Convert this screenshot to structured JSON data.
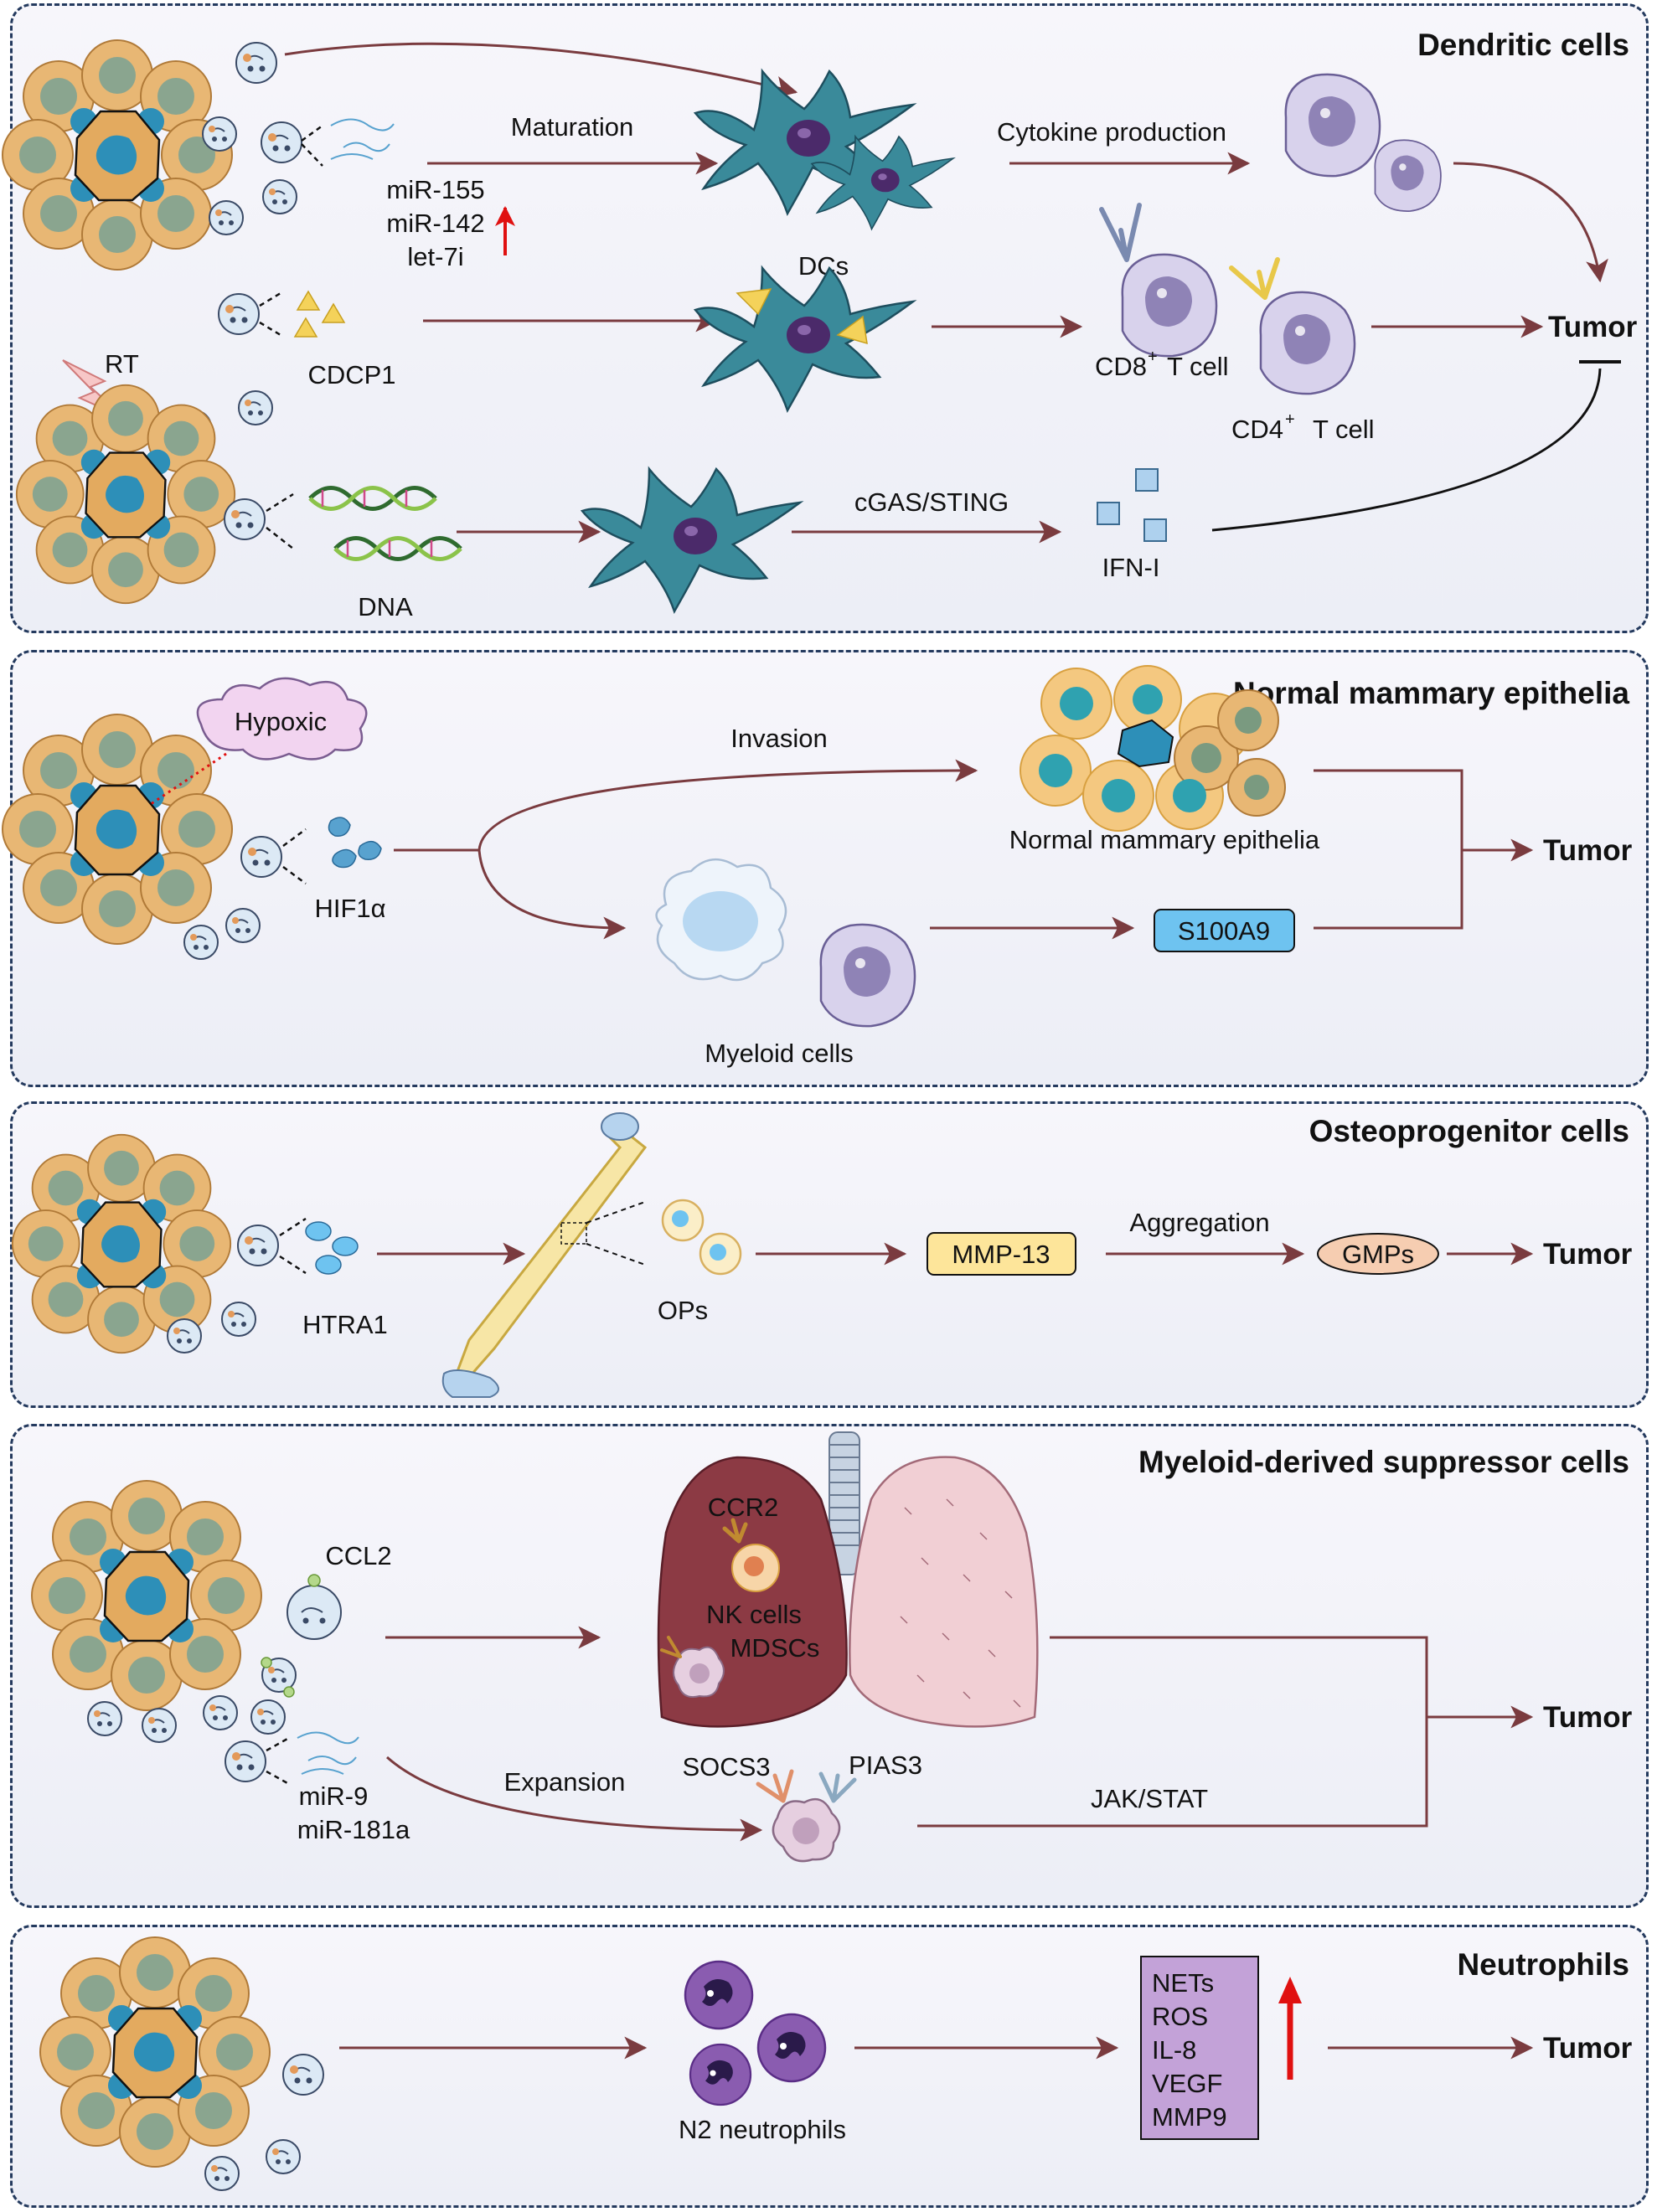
{
  "panels": {
    "dc": {
      "title": "Dendritic cells"
    },
    "nme": {
      "title": "Normal mammary epithelia"
    },
    "op": {
      "title": "Osteoprogenitor cells"
    },
    "mdsc": {
      "title": "Myeloid-derived suppressor cells"
    },
    "neu": {
      "title": "Neutrophils"
    }
  },
  "dc": {
    "maturation": "Maturation",
    "mirnas": [
      "miR-155",
      "miR-142",
      "let-7i"
    ],
    "dcs": "DCs",
    "cytokine": "Cytokine production",
    "cdcp1": "CDCP1",
    "cd8": "CD8",
    "cd4": "CD4",
    "tcell": "T cell",
    "plus": "+",
    "rt": "RT",
    "dna": "DNA",
    "cgas": "cGAS/STING",
    "ifn": "IFN-I",
    "tumor": "Tumor"
  },
  "nme": {
    "hypoxic": "Hypoxic",
    "hif": "HIF1α",
    "invasion": "Invasion",
    "nme_label": "Normal mammary epithelia",
    "s100": "S100A9",
    "myeloid": "Myeloid cells",
    "tumor": "Tumor"
  },
  "op": {
    "htra": "HTRA1",
    "ops": "OPs",
    "mmp13": "MMP-13",
    "aggregation": "Aggregation",
    "gmps": "GMPs",
    "tumor": "Tumor"
  },
  "mdsc": {
    "ccl2": "CCL2",
    "ccr2": "CCR2",
    "nk": "NK cells",
    "mdscs": "MDSCs",
    "mir9": "miR-9",
    "mir181": "miR-181a",
    "expansion": "Expansion",
    "socs3": "SOCS3",
    "pias3": "PIAS3",
    "jakstat": "JAK/STAT",
    "tumor": "Tumor"
  },
  "neu": {
    "n2": "N2 neutrophils",
    "factors": [
      "NETs",
      "ROS",
      "IL-8",
      "VEGF",
      "MMP9"
    ],
    "tumor": "Tumor"
  },
  "colors": {
    "arrow": "#7a3b3f",
    "panel_border": "#243a5e",
    "s100_fill": "#6ec3f0",
    "mmp13_fill": "#fde59a",
    "gmps_fill": "#f6cdb1",
    "factors_fill": "#c3a2d8",
    "up_arrow": "#e01010"
  }
}
